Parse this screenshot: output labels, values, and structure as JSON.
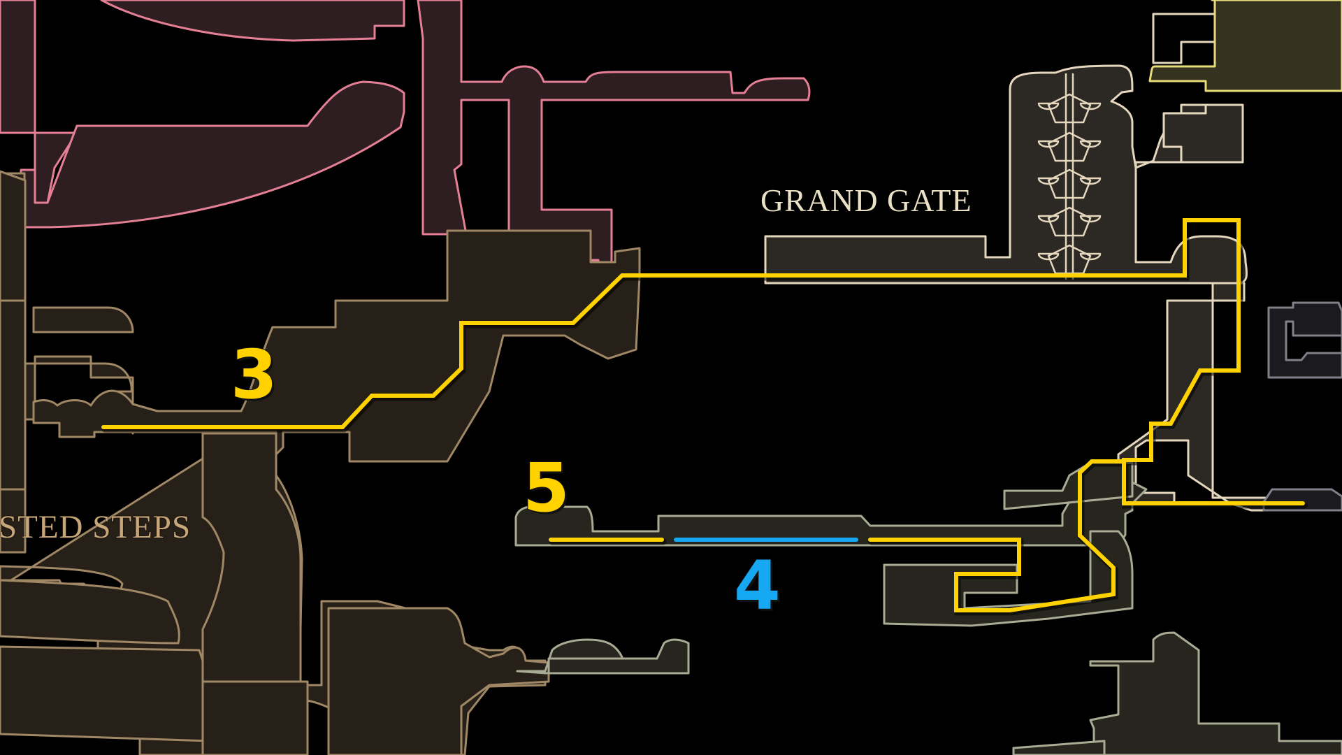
{
  "map": {
    "background": "#000000",
    "regions": [
      {
        "name": "pink-region",
        "fill": "#2e1e22",
        "stroke": "#e57f95"
      },
      {
        "name": "brown-region",
        "fill": "#262018",
        "stroke": "#a08866"
      },
      {
        "name": "grand-gate-region",
        "fill": "#2c2924",
        "stroke": "#e4d7bd"
      },
      {
        "name": "olive-region",
        "fill": "#26261e",
        "stroke": "#a9ab94"
      },
      {
        "name": "yellow-region",
        "fill": "#35321f",
        "stroke": "#e6dc7a"
      },
      {
        "name": "grey-region",
        "fill": "#1b1b1f",
        "stroke": "#808089"
      }
    ],
    "labels": {
      "grand_gate": "GRAND GATE",
      "steps": "STED STEPS"
    },
    "label_colors": {
      "grand_gate": "#eae0c6",
      "steps": "#c7a679"
    }
  },
  "route": {
    "primary_color": "#ffd200",
    "secondary_color": "#16a8f3",
    "markers": [
      {
        "id": "3",
        "label": "3",
        "color": "#ffd200"
      },
      {
        "id": "4",
        "label": "4",
        "color": "#16a8f3"
      },
      {
        "id": "5",
        "label": "5",
        "color": "#ffd200"
      }
    ]
  }
}
